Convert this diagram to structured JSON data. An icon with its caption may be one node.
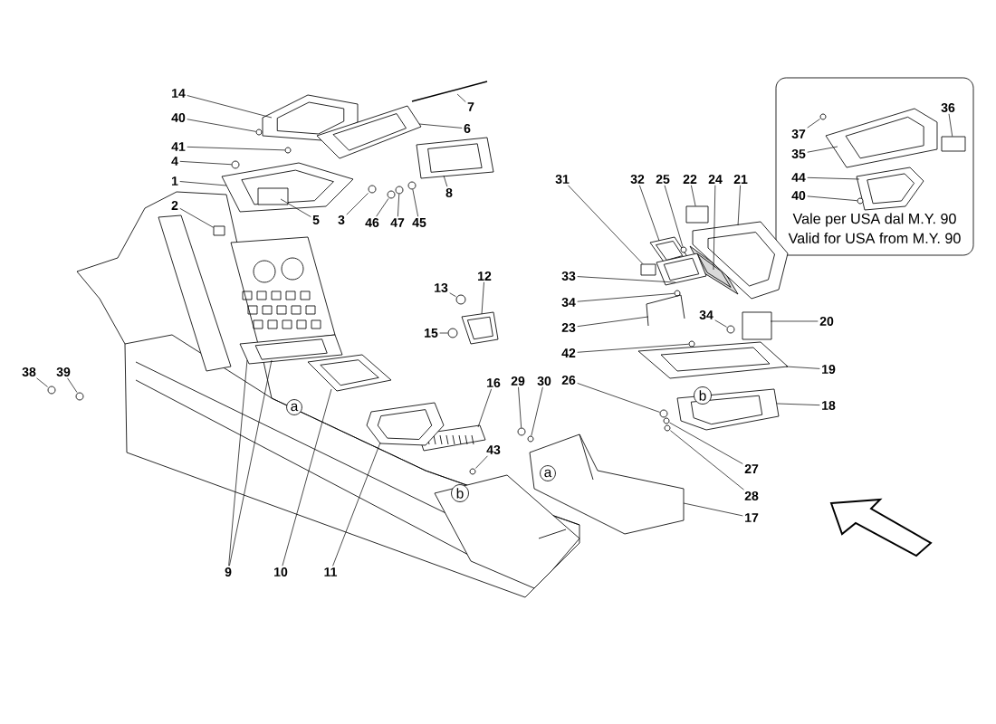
{
  "diagram": {
    "nodes": [
      {
        "text": [
          "14"
        ]
      },
      {
        "text": [
          "40"
        ]
      },
      {
        "text": [
          "41"
        ]
      },
      {
        "text": [
          "4"
        ]
      },
      {
        "text": [
          "1"
        ]
      },
      {
        "text": [
          "2"
        ]
      },
      {
        "text": [
          "7"
        ]
      },
      {
        "text": [
          "6"
        ]
      },
      {
        "text": [
          "5"
        ]
      },
      {
        "text": [
          "3"
        ]
      },
      {
        "text": [
          "46"
        ]
      },
      {
        "text": [
          "47"
        ]
      },
      {
        "text": [
          "45"
        ]
      },
      {
        "text": [
          "8"
        ]
      },
      {
        "text": [
          "Vale per USA dal M.Y. 90",
          "Valid for USA from M.Y. 90"
        ]
      },
      {
        "text": [
          "36"
        ],
        "in": 14
      },
      {
        "text": [
          "37"
        ],
        "in": 14
      },
      {
        "text": [
          "35"
        ],
        "in": 14
      },
      {
        "text": [
          "44"
        ],
        "in": 14
      },
      {
        "text": [
          "40"
        ],
        "in": 14
      },
      {
        "text": [
          "31"
        ]
      },
      {
        "text": [
          "32"
        ]
      },
      {
        "text": [
          "25"
        ]
      },
      {
        "text": [
          "22"
        ]
      },
      {
        "text": [
          "24"
        ]
      },
      {
        "text": [
          "21"
        ]
      },
      {
        "text": [
          "38"
        ]
      },
      {
        "text": [
          "39"
        ]
      },
      {
        "text": [
          "13"
        ]
      },
      {
        "text": [
          "12"
        ]
      },
      {
        "text": [
          "15"
        ]
      },
      {
        "text": [
          "33"
        ]
      },
      {
        "text": [
          "34"
        ]
      },
      {
        "text": [
          "23"
        ]
      },
      {
        "text": [
          "34"
        ]
      },
      {
        "text": [
          "20"
        ]
      },
      {
        "text": [
          "42"
        ]
      },
      {
        "text": [
          "19"
        ]
      },
      {
        "text": [
          "26"
        ]
      },
      {
        "text": [
          "18"
        ]
      },
      {
        "text": [
          "29"
        ]
      },
      {
        "text": [
          "30"
        ]
      },
      {
        "text": [
          "16"
        ]
      },
      {
        "text": [
          "27"
        ]
      },
      {
        "text": [
          "28"
        ]
      },
      {
        "text": [
          "43"
        ]
      },
      {
        "text": [
          "17"
        ]
      },
      {
        "text": [
          "9"
        ]
      },
      {
        "text": [
          "10"
        ]
      },
      {
        "text": [
          "11"
        ]
      },
      {
        "text": [],
        "shape": "picture"
      },
      {
        "text": [],
        "shape": "circle"
      },
      {
        "text": [],
        "shape": "circle"
      },
      {
        "text": [],
        "shape": "circle"
      },
      {
        "text": [],
        "shape": "picture"
      },
      {
        "text": [],
        "shape": "box"
      },
      {
        "text": [],
        "shape": "picture"
      },
      {
        "text": [],
        "shape": "picture"
      },
      {
        "text": [],
        "shape": "box",
        "in": 54
      },
      {
        "text": [],
        "shape": "circle"
      },
      {
        "text": [],
        "shape": "circle"
      },
      {
        "text": [],
        "shape": "circle"
      },
      {
        "text": [],
        "shape": "circle"
      },
      {
        "text": [],
        "shape": "picture"
      },
      {
        "text": [],
        "shape": "box",
        "in": 14
      },
      {
        "text": [],
        "shape": "circle",
        "in": 14
      },
      {
        "text": [],
        "shape": "picture",
        "in": 14
      },
      {
        "text": [],
        "shape": "picture",
        "in": 14
      },
      {
        "text": [],
        "shape": "circle",
        "in": 14
      },
      {
        "text": [],
        "shape": "box"
      },
      {
        "text": [],
        "shape": "picture"
      },
      {
        "text": [],
        "shape": "circle"
      },
      {
        "text": [],
        "shape": "box"
      },
      {
        "text": [],
        "shape": "picture"
      },
      {
        "text": [],
        "shape": "picture"
      },
      {
        "text": [],
        "shape": "circle"
      },
      {
        "text": [],
        "shape": "circle"
      },
      {
        "text": [],
        "shape": "circle"
      },
      {
        "text": [],
        "shape": "picture"
      },
      {
        "text": [],
        "shape": "circle"
      },
      {
        "text": [],
        "shape": "picture"
      },
      {
        "text": [],
        "shape": "circle"
      },
      {
        "text": [],
        "shape": "picture"
      },
      {
        "text": [],
        "shape": "circle"
      },
      {
        "text": [],
        "shape": "box"
      },
      {
        "text": [],
        "shape": "circle"
      },
      {
        "text": [],
        "shape": "picture"
      },
      {
        "text": [],
        "shape": "circle"
      },
      {
        "text": [],
        "shape": "picture"
      },
      {
        "text": [],
        "shape": "circle"
      },
      {
        "text": [],
        "shape": "circle"
      },
      {
        "text": [],
        "shape": "picture"
      },
      {
        "text": [],
        "shape": "circle"
      },
      {
        "text": [],
        "shape": "circle"
      },
      {
        "text": [],
        "shape": "circle"
      },
      {
        "text": [],
        "shape": "picture"
      },
      {
        "text": [],
        "shape": "picture"
      },
      {
        "text": [],
        "shape": "picture"
      },
      {
        "text": [],
        "shape": "picture"
      },
      {
        "text": [],
        "shape": "arrow"
      }
    ],
    "edges": [
      {
        "from": 0,
        "to": 50,
        "arrow": "none"
      },
      {
        "from": 1,
        "to": 51,
        "arrow": "none"
      },
      {
        "from": 2,
        "to": 52,
        "arrow": "none"
      },
      {
        "from": 3,
        "to": 53,
        "arrow": "none"
      },
      {
        "from": 4,
        "to": 54,
        "arrow": "none"
      },
      {
        "from": 5,
        "to": 55,
        "arrow": "none"
      },
      {
        "from": 6,
        "to": 56,
        "arrow": "none"
      },
      {
        "from": 7,
        "to": 57,
        "arrow": "none"
      },
      {
        "from": 8,
        "to": 58,
        "arrow": "none"
      },
      {
        "from": 9,
        "to": 59,
        "arrow": "none"
      },
      {
        "from": 10,
        "to": 60,
        "arrow": "none"
      },
      {
        "from": 11,
        "to": 61,
        "arrow": "none"
      },
      {
        "from": 12,
        "to": 62,
        "arrow": "none"
      },
      {
        "from": 13,
        "to": 63,
        "arrow": "none"
      },
      {
        "from": 15,
        "to": 64,
        "arrow": "none"
      },
      {
        "from": 16,
        "to": 65,
        "arrow": "none"
      },
      {
        "from": 17,
        "to": 66,
        "arrow": "none"
      },
      {
        "from": 18,
        "to": 67,
        "arrow": "none"
      },
      {
        "from": 19,
        "to": 68,
        "arrow": "none"
      },
      {
        "from": 20,
        "to": 69,
        "arrow": "none"
      },
      {
        "from": 21,
        "to": 70,
        "arrow": "none"
      },
      {
        "from": 22,
        "to": 71,
        "arrow": "none"
      },
      {
        "from": 23,
        "to": 72,
        "arrow": "none"
      },
      {
        "from": 24,
        "to": 73,
        "arrow": "none"
      },
      {
        "from": 25,
        "to": 74,
        "arrow": "none"
      },
      {
        "from": 26,
        "to": 75,
        "arrow": "none"
      },
      {
        "from": 27,
        "to": 76,
        "arrow": "none"
      },
      {
        "from": 28,
        "to": 77,
        "arrow": "none"
      },
      {
        "from": 29,
        "to": 78,
        "arrow": "none"
      },
      {
        "from": 30,
        "to": 79,
        "arrow": "none"
      },
      {
        "from": 31,
        "to": 80,
        "arrow": "none"
      },
      {
        "from": 32,
        "to": 81,
        "arrow": "none"
      },
      {
        "from": 33,
        "to": 82,
        "arrow": "none"
      },
      {
        "from": 34,
        "to": 83,
        "arrow": "none"
      },
      {
        "from": 35,
        "to": 84,
        "arrow": "none"
      },
      {
        "from": 36,
        "to": 85,
        "arrow": "none"
      },
      {
        "from": 37,
        "to": 86,
        "arrow": "none"
      },
      {
        "from": 38,
        "to": 87,
        "arrow": "none"
      },
      {
        "from": 39,
        "to": 88,
        "arrow": "none"
      },
      {
        "from": 40,
        "to": 89,
        "arrow": "none"
      },
      {
        "from": 41,
        "to": 90,
        "arrow": "none"
      },
      {
        "from": 42,
        "to": 91,
        "arrow": "none"
      },
      {
        "from": 43,
        "to": 92,
        "arrow": "none"
      },
      {
        "from": 44,
        "to": 93,
        "arrow": "none"
      },
      {
        "from": 45,
        "to": 94,
        "arrow": "none"
      },
      {
        "from": 46,
        "to": 95,
        "arrow": "none"
      },
      {
        "from": 47,
        "to": 96,
        "arrow": "none"
      },
      {
        "from": 47,
        "to": 96,
        "arrow": "none"
      },
      {
        "from": 48,
        "to": 97,
        "arrow": "none"
      },
      {
        "from": 49,
        "to": 98,
        "arrow": "none"
      }
    ],
    "labels": [
      "b",
      "a",
      "a",
      "b"
    ]
  }
}
